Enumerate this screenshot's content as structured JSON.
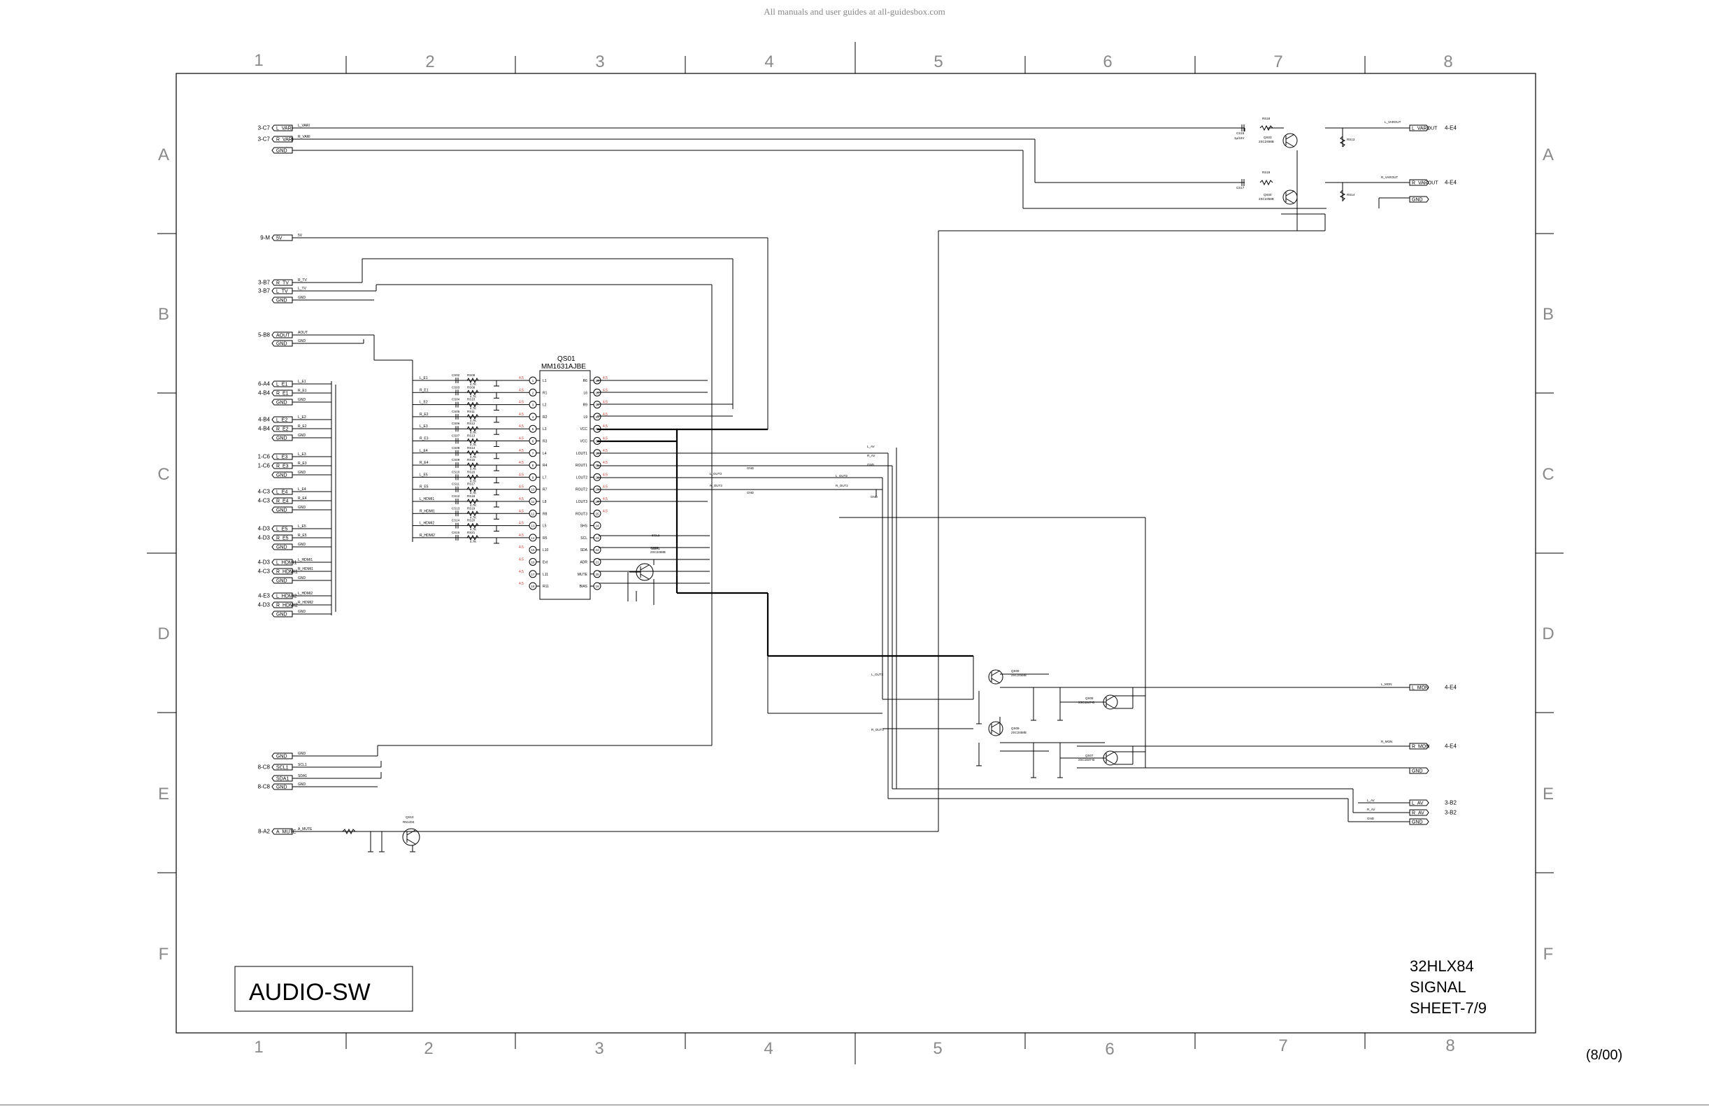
{
  "watermark": "All manuals and user guides at all-guidesbox.com",
  "grid": {
    "columns": [
      "1",
      "2",
      "3",
      "4",
      "5",
      "6",
      "7",
      "8"
    ],
    "rows": [
      "A",
      "B",
      "C",
      "D",
      "E",
      "F"
    ]
  },
  "title_block": {
    "sheet_title": "AUDIO-SW",
    "model": "32HLX84",
    "signal": "SIGNAL",
    "sheet": "SHEET-7/9",
    "page_number": "(8/00)"
  },
  "ic": {
    "ref": "QS01",
    "part": "MM1631AJBE"
  },
  "connectors_left": [
    {
      "ref": "3-C7",
      "name": "L_VARI",
      "net": "L_VARI"
    },
    {
      "ref": "3-C7",
      "name": "R_VARI",
      "net": "R_VARI"
    },
    {
      "ref": "",
      "name": "GND",
      "net": ""
    },
    {
      "ref": "9-M",
      "name": "5V",
      "net": "5V"
    },
    {
      "ref": "3-B7",
      "name": "R_TV",
      "net": "R_TV"
    },
    {
      "ref": "3-B7",
      "name": "L_TV",
      "net": "L_TV"
    },
    {
      "ref": "",
      "name": "GND",
      "net": "GND"
    },
    {
      "ref": "5-B8",
      "name": "AOUT",
      "net": "AOUT"
    },
    {
      "ref": "",
      "name": "GND",
      "net": "GND"
    },
    {
      "ref": "6-A4",
      "name": "L_E1",
      "net": "L_E1"
    },
    {
      "ref": "4-B4",
      "name": "R_E1",
      "net": "R_E1"
    },
    {
      "ref": "",
      "name": "GND",
      "net": "GND"
    },
    {
      "ref": "4-B4",
      "name": "L_E2",
      "net": "L_E2"
    },
    {
      "ref": "4-B4",
      "name": "R_E2",
      "net": "R_E2"
    },
    {
      "ref": "",
      "name": "GND",
      "net": "GND"
    },
    {
      "ref": "1-C6",
      "name": "L_E3",
      "net": "L_E3"
    },
    {
      "ref": "1-C6",
      "name": "R_E3",
      "net": "R_E3"
    },
    {
      "ref": "",
      "name": "GND",
      "net": "GND"
    },
    {
      "ref": "4-C3",
      "name": "L_E4",
      "net": "L_E4"
    },
    {
      "ref": "4-C3",
      "name": "R_E4",
      "net": "R_E4"
    },
    {
      "ref": "",
      "name": "GND",
      "net": "GND"
    },
    {
      "ref": "4-D3",
      "name": "L_E5",
      "net": "L_E5"
    },
    {
      "ref": "4-D3",
      "name": "R_E5",
      "net": "R_E5"
    },
    {
      "ref": "",
      "name": "GND",
      "net": "GND"
    },
    {
      "ref": "4-D3",
      "name": "L_HDMI1",
      "net": "L_HDMI1"
    },
    {
      "ref": "4-C3",
      "name": "R_HDMI1",
      "net": "R_HDMI1"
    },
    {
      "ref": "",
      "name": "GND",
      "net": "GND"
    },
    {
      "ref": "4-E3",
      "name": "L_HDMI2",
      "net": "L_HDMI2"
    },
    {
      "ref": "4-D3",
      "name": "R_HDMI2",
      "net": "R_HDMI2"
    },
    {
      "ref": "",
      "name": "GND",
      "net": "GND"
    },
    {
      "ref": "",
      "name": "GND",
      "net": "GND"
    },
    {
      "ref": "8-C8",
      "name": "SCL1",
      "net": "SCL1"
    },
    {
      "ref": "",
      "name": "SDA1",
      "net": "SDA1"
    },
    {
      "ref": "8-C8",
      "name": "GND",
      "net": "GND"
    },
    {
      "ref": "8-A2",
      "name": "A_MUTE",
      "net": "A_MUTE"
    }
  ],
  "connectors_right": [
    {
      "ref": "4-E4",
      "name": "L_VAROUT",
      "net": "L_VAROUT"
    },
    {
      "ref": "4-E4",
      "name": "R_VAROUT",
      "net": "R_VAROUT"
    },
    {
      "ref": "",
      "name": "GND",
      "net": ""
    },
    {
      "ref": "4-E4",
      "name": "L_MON",
      "net": "L_MON"
    },
    {
      "ref": "4-E4",
      "name": "R_MON",
      "net": "R_MON"
    },
    {
      "ref": "",
      "name": "GND",
      "net": ""
    },
    {
      "ref": "3-B2",
      "name": "L_AV",
      "net": "L_AV"
    },
    {
      "ref": "3-B2",
      "name": "R_AV",
      "net": "R_AV"
    },
    {
      "ref": "",
      "name": "GND",
      "net": "GND"
    }
  ],
  "ic_pins_left": [
    {
      "n": "1",
      "name": "L1"
    },
    {
      "n": "2",
      "name": "R1"
    },
    {
      "n": "3",
      "name": "L2"
    },
    {
      "n": "4",
      "name": "R2"
    },
    {
      "n": "5",
      "name": "L3"
    },
    {
      "n": "6",
      "name": "R3"
    },
    {
      "n": "7",
      "name": "L4"
    },
    {
      "n": "8",
      "name": "R4"
    },
    {
      "n": "9",
      "name": "L7"
    },
    {
      "n": "10",
      "name": "R7"
    },
    {
      "n": "11",
      "name": "L8"
    },
    {
      "n": "12",
      "name": "R8"
    },
    {
      "n": "13",
      "name": "L5"
    },
    {
      "n": "14",
      "name": "R5"
    },
    {
      "n": "15",
      "name": "L10"
    },
    {
      "n": "16",
      "name": "Ext"
    },
    {
      "n": "17",
      "name": "L11"
    },
    {
      "n": "18",
      "name": "R11"
    }
  ],
  "ic_pins_right": [
    {
      "n": "36",
      "name": "R6"
    },
    {
      "n": "35",
      "name": "L6"
    },
    {
      "n": "34",
      "name": "R9"
    },
    {
      "n": "33",
      "name": "L9"
    },
    {
      "n": "32",
      "name": "VCC"
    },
    {
      "n": "31",
      "name": "VCC"
    },
    {
      "n": "30",
      "name": "LOUT1"
    },
    {
      "n": "29",
      "name": "ROUT1"
    },
    {
      "n": "28",
      "name": "LOUT2"
    },
    {
      "n": "27",
      "name": "ROUT2"
    },
    {
      "n": "26",
      "name": "LOUT3"
    },
    {
      "n": "25",
      "name": "ROUT3"
    },
    {
      "n": "24",
      "name": "SHS"
    },
    {
      "n": "23",
      "name": "SCL"
    },
    {
      "n": "22",
      "name": "SDA"
    },
    {
      "n": "21",
      "name": "ADR"
    },
    {
      "n": "20",
      "name": "MUTE"
    },
    {
      "n": "19",
      "name": "BIAS"
    }
  ],
  "ic_pin_voltages": [
    "4.5",
    "4.5",
    "4.5",
    "4.5",
    "4.5",
    "4.5",
    "4.5",
    "4.5",
    "4.5",
    "4.5",
    "4.5",
    "4.5",
    "4.5",
    "4.5",
    "4.5",
    "4.5",
    "4.5",
    "4.5"
  ],
  "input_components": [
    {
      "c": "CS02",
      "r": "RS08",
      "rv": "4.7K"
    },
    {
      "c": "CS03",
      "r": "RS09",
      "rv": "4.7K"
    },
    {
      "c": "CS04",
      "r": "RS10",
      "rv": "4.7K"
    },
    {
      "c": "CS05",
      "r": "RS11",
      "rv": "4.7K"
    },
    {
      "c": "CS06",
      "r": "RS12",
      "rv": "4.7K"
    },
    {
      "c": "CS07",
      "r": "RS13",
      "rv": "4.7K"
    },
    {
      "c": "CS08",
      "r": "RS14",
      "rv": "4.7K"
    },
    {
      "c": "CS09",
      "r": "RS15",
      "rv": "4.7K"
    },
    {
      "c": "CS10",
      "r": "RS16",
      "rv": "4.7K"
    },
    {
      "c": "CS11",
      "r": "RS17",
      "rv": "4.7K"
    },
    {
      "c": "CS12",
      "r": "RS18",
      "rv": "4.7K"
    },
    {
      "c": "CS13",
      "r": "RS19",
      "rv": "4.7K"
    },
    {
      "c": "CS14",
      "r": "RS20",
      "rv": "4.7K"
    },
    {
      "c": "CS15",
      "r": "RS21",
      "rv": "4.7K"
    }
  ],
  "input_nets": [
    "L_E1",
    "R_E1",
    "L_E2",
    "R_E2",
    "L_E3",
    "R_E3",
    "L_E4",
    "R_E4",
    "L_E5",
    "R_E5",
    "L_HDMI1",
    "R_HDMI1",
    "L_HDMI2",
    "R_HDMI2"
  ],
  "transistors": [
    {
      "ref": "QS03",
      "part": "2SC2458B"
    },
    {
      "ref": "QS04",
      "part": "2SC2458B"
    },
    {
      "ref": "QS05",
      "part": "2SC2458B"
    },
    {
      "ref": "QS06",
      "part": "2SC1847-B"
    },
    {
      "ref": "QS07",
      "part": "2SC1847-B"
    },
    {
      "ref": "QS08",
      "part": "2SC2458B"
    },
    {
      "ref": "QS09",
      "part": "2SC2458B"
    },
    {
      "ref": "QS10",
      "part": "RN1404"
    }
  ],
  "out_nets": {
    "l_varout": "L_VAROUT",
    "r_varout": "R_VAROUT",
    "l_out3": "L_OUT3",
    "r_out3": "R_OUT3",
    "l_out2": "L_OUT2",
    "r_out2": "R_OUT2",
    "l_av": "L_AV",
    "r_av": "R_AV",
    "gnd": "GND",
    "l_mon": "L_MON",
    "r_mon": "R_MON",
    "scl1": "SCL1",
    "sda1": "SDA1",
    "l_out1": "L_OUT1",
    "r_out1": "R_OUT1"
  }
}
